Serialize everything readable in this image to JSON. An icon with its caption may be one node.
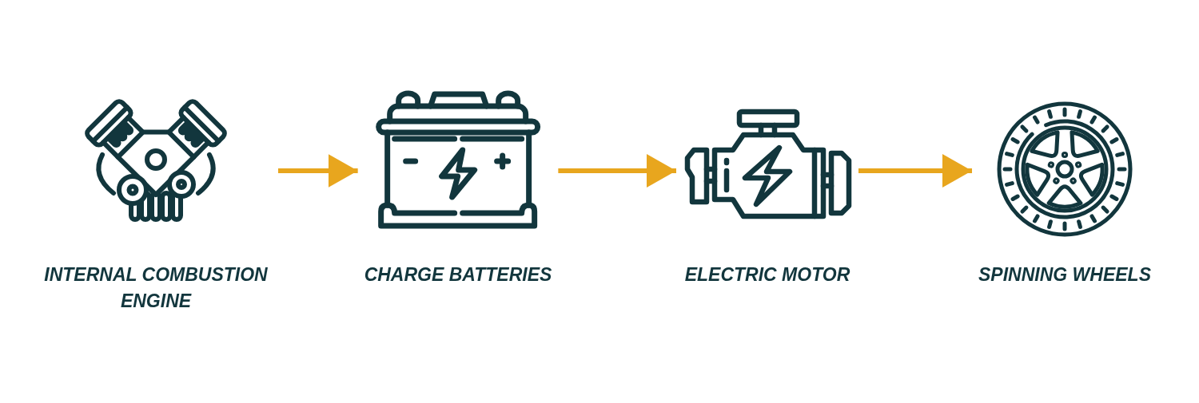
{
  "diagram": {
    "nodes": [
      {
        "text": [
          "INTERNAL COMBUSTION ENGINE"
        ]
      },
      {
        "text": [
          "CHARGE BATTERIES"
        ]
      },
      {
        "text": [
          "ELECTRIC MOTOR"
        ]
      },
      {
        "text": [
          "SPINNING WHEELS"
        ]
      }
    ],
    "edges": [
      {
        "from": 0,
        "to": 1,
        "arrow": "to"
      },
      {
        "from": 1,
        "to": 2,
        "arrow": "to"
      },
      {
        "from": 2,
        "to": 3,
        "arrow": "to"
      }
    ]
  }
}
